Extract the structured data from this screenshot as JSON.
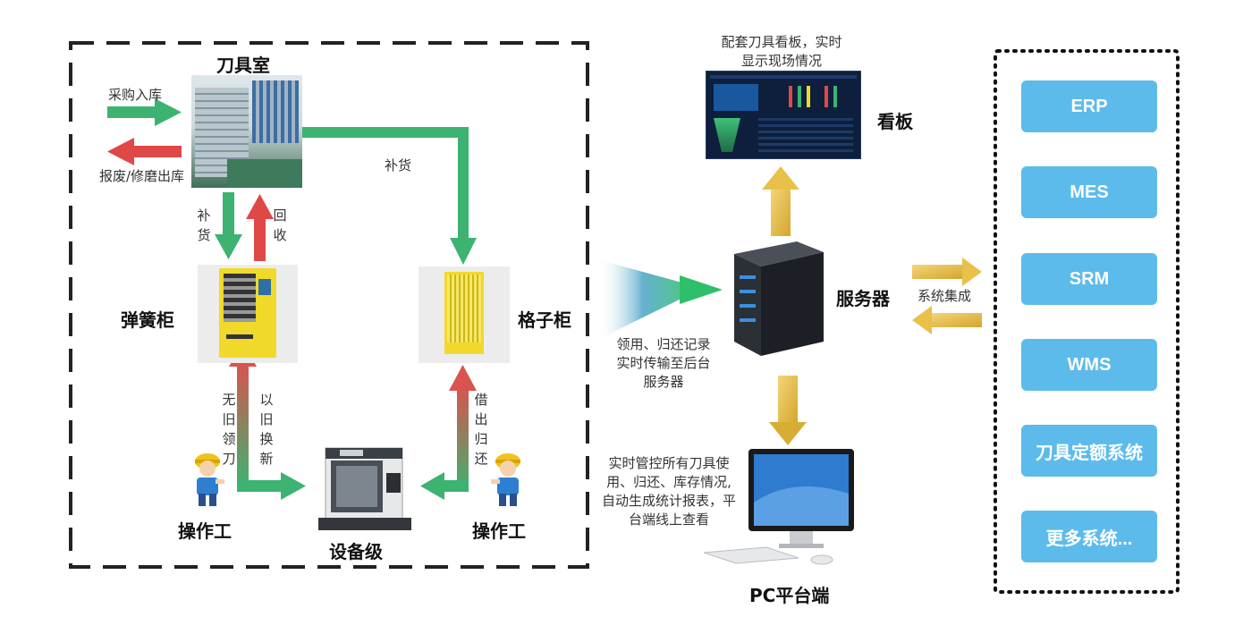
{
  "tool_room": {
    "title": "刀具室",
    "purchase_in": "采购入库",
    "scrap_out": "报废/修磨出库",
    "replenish": "补货",
    "recover": "回收",
    "replenish_top": "补货"
  },
  "spring_cabinet": {
    "title": "弹簧柜"
  },
  "grid_cabinet": {
    "title": "格子柜"
  },
  "equipment": {
    "title": "设备级"
  },
  "operators": {
    "left": "操作工",
    "right": "操作工"
  },
  "flows": {
    "no_old": "无旧领刀",
    "swap": "以旧换新",
    "borrow_return": "借出归还"
  },
  "transmit": {
    "line1": "领用、归还记录",
    "line2": "实时传输至后台",
    "line3": "服务器"
  },
  "kanban": {
    "title": "看板",
    "desc_line1": "配套刀具看板，实时",
    "desc_line2": "显示现场情况"
  },
  "server": {
    "title": "服务器"
  },
  "integration": {
    "label": "系统集成"
  },
  "pc": {
    "title": "PC平台端",
    "desc_lines": [
      "实时管控所有刀具使",
      "用、归还、库存情况,",
      "自动生成统计报表，平",
      "台端线上查看"
    ]
  },
  "systems": [
    "ERP",
    "MES",
    "SRM",
    "WMS",
    "刀具定额系统",
    "更多系统..."
  ],
  "colors": {
    "green": "#3cb371",
    "red": "#e04848",
    "gold": "#e8c04a",
    "system_blue": "#5dbbeb",
    "dark_screen": "#0d1f3c"
  }
}
